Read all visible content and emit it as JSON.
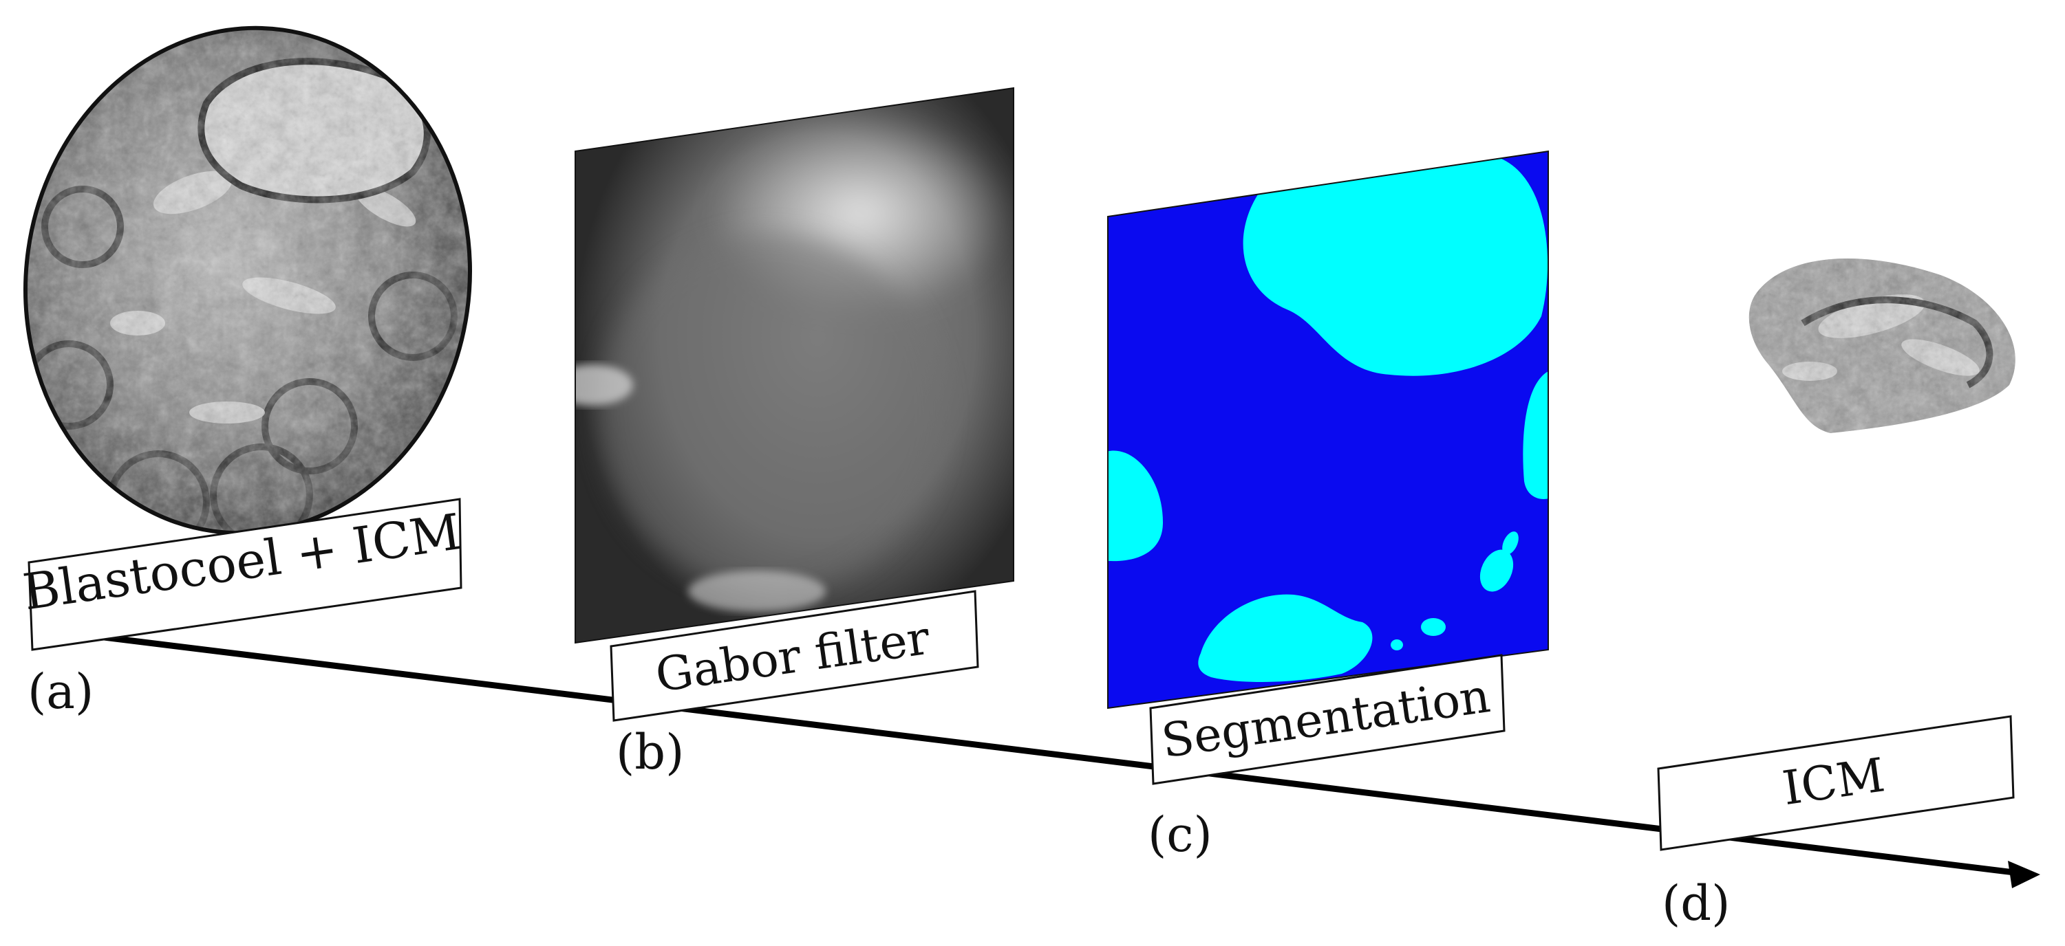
{
  "stages": [
    {
      "letter": "(a)",
      "caption": "Blastocoel + ICM"
    },
    {
      "letter": "(b)",
      "caption": "Gabor filter"
    },
    {
      "letter": "(c)",
      "caption": "Segmentation"
    },
    {
      "letter": "(d)",
      "caption": "ICM"
    }
  ],
  "colors": {
    "segmentation_background": "#0a0af0",
    "segmentation_region": "#00ffff",
    "axis": "#000000",
    "panel_border": "#111111"
  }
}
